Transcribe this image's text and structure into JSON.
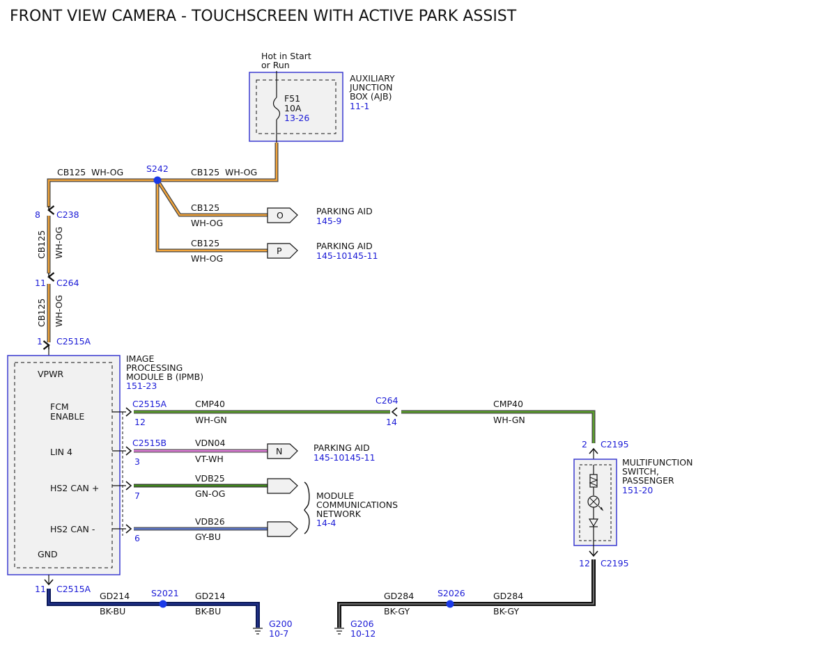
{
  "title": "FRONT VIEW CAMERA - TOUCHSCREEN WITH ACTIVE PARK ASSIST",
  "colors": {
    "wire_wh_og": "#f2a43a",
    "wire_wh_gn": "#5aa02c",
    "wire_vt_wh": "#e07ad8",
    "wire_gn_og": "#3f8a1a",
    "wire_gy_bu": "#5a74c8",
    "wire_bk_bu": "#0c1a5a",
    "wire_bk_gy": "#111111",
    "component_border": "#3a3ad0",
    "ref_blue": "#1a1ad6",
    "splice_blue": "#1a3ae8"
  },
  "ajb": {
    "supply_line1": "Hot in Start",
    "supply_line2": "or Run",
    "fuse_name": "F51",
    "fuse_rating": "10A",
    "fuse_ref": "13-26",
    "name_line1": "AUXILIARY",
    "name_line2": "JUNCTION",
    "name_line3": "BOX (AJB)",
    "ref": "11-1"
  },
  "splice_s242": {
    "name": "S242",
    "left_circuit": "CB125",
    "left_color": "WH-OG",
    "right_circuit": "CB125",
    "right_color": "WH-OG"
  },
  "parking_aid_o": {
    "circuit": "CB125",
    "color": "WH-OG",
    "connector": "O",
    "name": "PARKING AID",
    "ref": "145-9"
  },
  "parking_aid_p": {
    "circuit": "CB125",
    "color": "WH-OG",
    "connector": "P",
    "name": "PARKING AID",
    "ref": "145-10145-11"
  },
  "c238": {
    "pin": "8",
    "name": "C238"
  },
  "seg1": {
    "circuit": "CB125",
    "color": "WH-OG"
  },
  "c264_top": {
    "pin": "11",
    "name": "C264"
  },
  "seg2": {
    "circuit": "CB125",
    "color": "WH-OG"
  },
  "c2515a_top": {
    "pin": "1",
    "name": "C2515A"
  },
  "ipmb": {
    "name_line1": "IMAGE",
    "name_line2": "PROCESSING",
    "name_line3": "MODULE B (IPMB)",
    "ref": "151-23",
    "vpwr": "VPWR",
    "fcm1": "FCM",
    "fcm2": "ENABLE",
    "lin4": "LIN 4",
    "hs2p": "HS2 CAN +",
    "hs2m": "HS2 CAN -",
    "gnd": "GND"
  },
  "cmp40": {
    "conn_left": "C2515A",
    "pin_left": "12",
    "circuit_left": "CMP40",
    "color_left": "WH-GN",
    "inline_conn": "C264",
    "inline_pin": "14",
    "circuit_right": "CMP40",
    "color_right": "WH-GN"
  },
  "vdn04": {
    "conn": "C2515B",
    "pin": "3",
    "circuit": "VDN04",
    "color": "VT-WH",
    "connector": "N",
    "name": "PARKING AID",
    "ref": "145-10145-11"
  },
  "vdb25": {
    "pin": "7",
    "circuit": "VDB25",
    "color": "GN-OG"
  },
  "vdb26": {
    "pin": "6",
    "circuit": "VDB26",
    "color": "GY-BU"
  },
  "mcn": {
    "name_line1": "MODULE",
    "name_line2": "COMMUNICATIONS",
    "name_line3": "NETWORK",
    "ref": "14-4"
  },
  "mfs": {
    "top_pin": "2",
    "top_conn": "C2195",
    "name_line1": "MULTIFUNCTION",
    "name_line2": "SWITCH,",
    "name_line3": "PASSENGER",
    "ref": "151-20",
    "bottom_pin": "12",
    "bottom_conn": "C2195"
  },
  "gnd_left": {
    "pin": "11",
    "conn": "C2515A",
    "circuit1": "GD214",
    "color1": "BK-BU",
    "splice": "S2021",
    "circuit2": "GD214",
    "color2": "BK-BU",
    "ground": "G200",
    "ground_ref": "10-7"
  },
  "gnd_right": {
    "circuit1": "GD284",
    "color1": "BK-GY",
    "splice": "S2026",
    "circuit2": "GD284",
    "color2": "BK-GY",
    "ground": "G206",
    "ground_ref": "10-12"
  }
}
